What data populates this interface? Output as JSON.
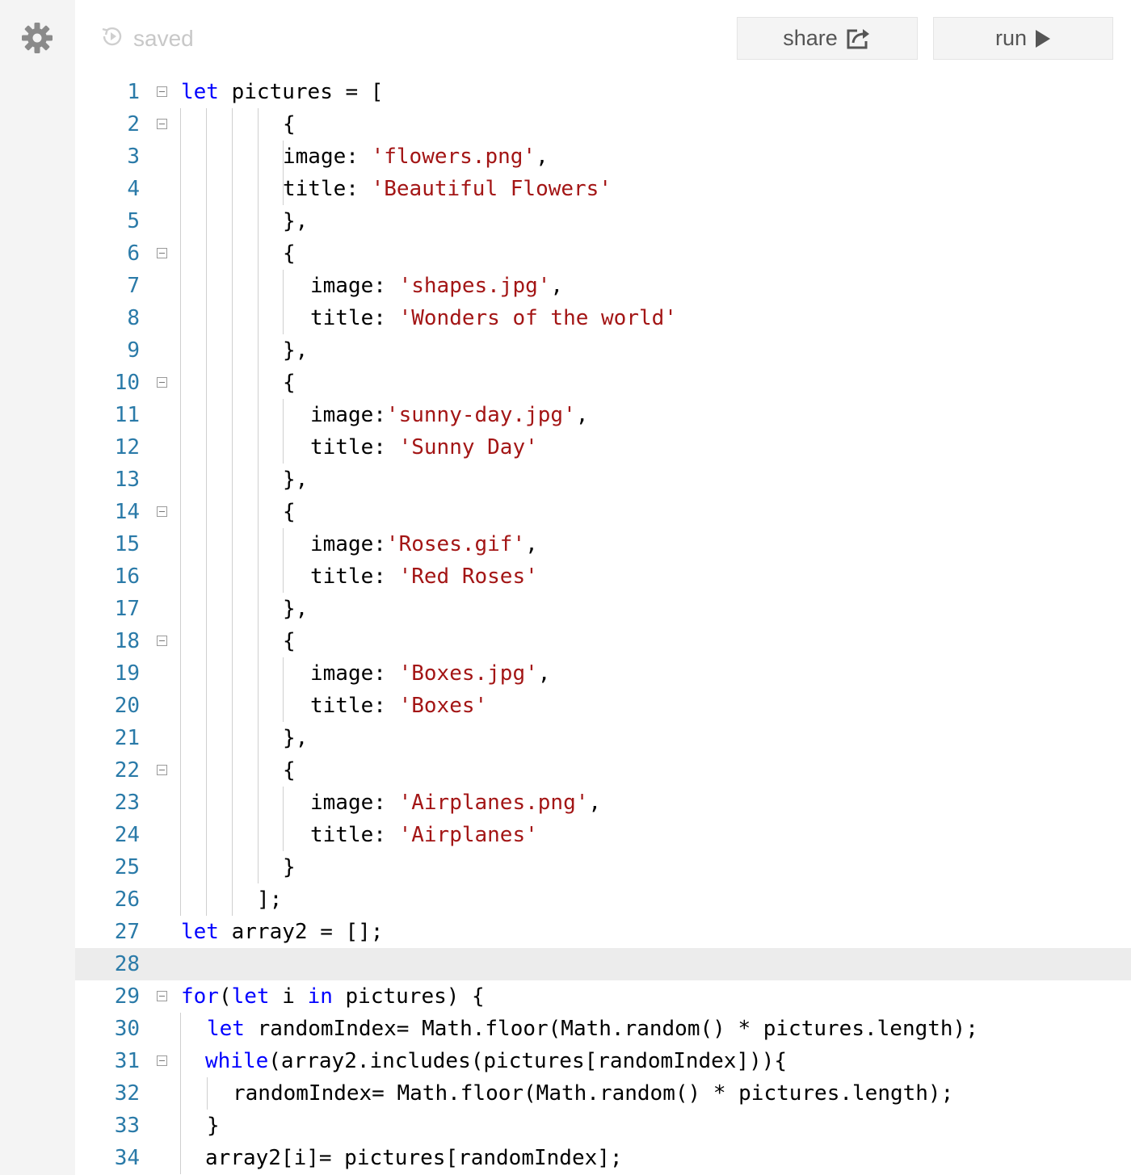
{
  "toolbar": {
    "status": "saved",
    "share_label": "share",
    "run_label": "run"
  },
  "editor": {
    "current_line": 28,
    "lines": [
      [
        [
          "kw",
          "let"
        ],
        [
          "p",
          " pictures = ["
        ]
      ],
      [
        [
          "p",
          "{"
        ]
      ],
      [
        [
          "p",
          "image: "
        ],
        [
          "str",
          "'flowers.png'"
        ],
        [
          "p",
          ","
        ]
      ],
      [
        [
          "p",
          "title: "
        ],
        [
          "str",
          "'Beautiful Flowers'"
        ]
      ],
      [
        [
          "p",
          "},"
        ]
      ],
      [
        [
          "p",
          "{"
        ]
      ],
      [
        [
          "p",
          "image: "
        ],
        [
          "str",
          "'shapes.jpg'"
        ],
        [
          "p",
          ","
        ]
      ],
      [
        [
          "p",
          "title: "
        ],
        [
          "str",
          "'Wonders of the world'"
        ]
      ],
      [
        [
          "p",
          "},"
        ]
      ],
      [
        [
          "p",
          "{"
        ]
      ],
      [
        [
          "p",
          "image:"
        ],
        [
          "str",
          "'sunny-day.jpg'"
        ],
        [
          "p",
          ","
        ]
      ],
      [
        [
          "p",
          "title: "
        ],
        [
          "str",
          "'Sunny Day'"
        ]
      ],
      [
        [
          "p",
          "},"
        ]
      ],
      [
        [
          "p",
          "{"
        ]
      ],
      [
        [
          "p",
          "image:"
        ],
        [
          "str",
          "'Roses.gif'"
        ],
        [
          "p",
          ","
        ]
      ],
      [
        [
          "p",
          "title: "
        ],
        [
          "str",
          "'Red Roses'"
        ]
      ],
      [
        [
          "p",
          "},"
        ]
      ],
      [
        [
          "p",
          "{"
        ]
      ],
      [
        [
          "p",
          "image: "
        ],
        [
          "str",
          "'Boxes.jpg'"
        ],
        [
          "p",
          ","
        ]
      ],
      [
        [
          "p",
          "title: "
        ],
        [
          "str",
          "'Boxes'"
        ]
      ],
      [
        [
          "p",
          "},"
        ]
      ],
      [
        [
          "p",
          "{"
        ]
      ],
      [
        [
          "p",
          "image: "
        ],
        [
          "str",
          "'Airplanes.png'"
        ],
        [
          "p",
          ","
        ]
      ],
      [
        [
          "p",
          "title: "
        ],
        [
          "str",
          "'Airplanes'"
        ]
      ],
      [
        [
          "p",
          "}"
        ]
      ],
      [
        [
          "p",
          "];"
        ]
      ],
      [
        [
          "kw",
          "let"
        ],
        [
          "p",
          " array2 = [];"
        ]
      ],
      [],
      [
        [
          "kw",
          "for"
        ],
        [
          "p",
          "("
        ],
        [
          "kw",
          "let"
        ],
        [
          "p",
          " i "
        ],
        [
          "kw",
          "in"
        ],
        [
          "p",
          " pictures) {"
        ]
      ],
      [
        [
          "kw",
          "let"
        ],
        [
          "p",
          " randomIndex= Math.floor(Math.random() * pictures.length);"
        ]
      ],
      [
        [
          "kw",
          "while"
        ],
        [
          "p",
          "(array2.includes(pictures[randomIndex])){"
        ]
      ],
      [
        [
          "p",
          "randomIndex= Math.floor(Math.random() * pictures.length);"
        ]
      ],
      [
        [
          "p",
          "}"
        ]
      ],
      [
        [
          "p",
          "array2[i]= pictures[randomIndex];"
        ]
      ]
    ]
  }
}
